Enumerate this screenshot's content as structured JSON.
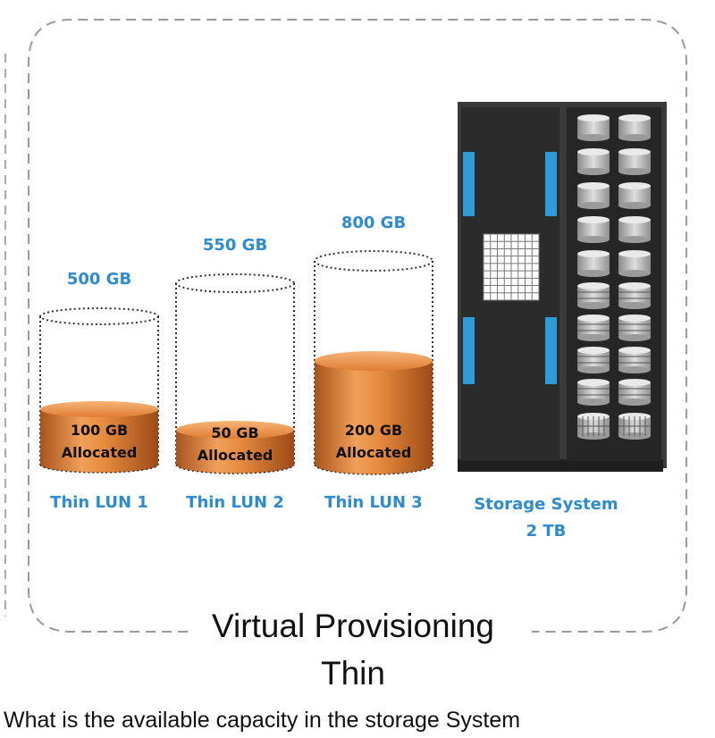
{
  "colors": {
    "label_blue": "#2e8bd1",
    "orange": "#e07d34",
    "rack_dark": "#2b2b2b",
    "rack_blue": "#2e9bd6"
  },
  "luns": [
    {
      "capacity": "500 GB",
      "allocated_value": "100 GB",
      "allocated_word": "Allocated",
      "name": "Thin LUN 1",
      "capacity_gb": 500,
      "allocated_gb": 100
    },
    {
      "capacity": "550 GB",
      "allocated_value": "50 GB",
      "allocated_word": "Allocated",
      "name": "Thin LUN 2",
      "capacity_gb": 550,
      "allocated_gb": 50
    },
    {
      "capacity": "800 GB",
      "allocated_value": "200 GB",
      "allocated_word": "Allocated",
      "name": "Thin LUN 3",
      "capacity_gb": 800,
      "allocated_gb": 200
    }
  ],
  "storage": {
    "name_line1": "Storage System",
    "name_line2": "2 TB",
    "icon": "storage-rack-icon"
  },
  "caption": {
    "line1": "Virtual Provisioning",
    "line2": "Thin"
  },
  "question": "What is the available capacity in the storage System"
}
